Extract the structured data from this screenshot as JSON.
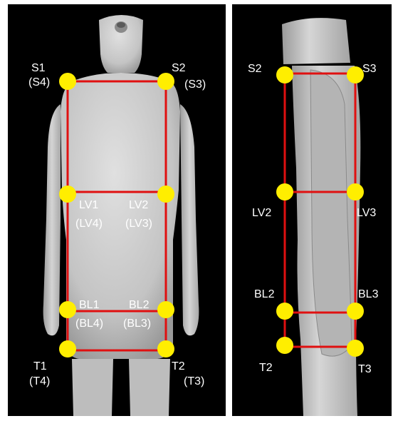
{
  "colors": {
    "background": "#000000",
    "separator": "#ffffff",
    "mesh": "#c9c9c9",
    "box_line": "#e01010",
    "marker": "#ffee00",
    "label_text": "#ffffff"
  },
  "views": {
    "front": {
      "labels": {
        "s1": "S1",
        "s4": "(S4)",
        "s2": "S2",
        "s3": "(S3)",
        "lv1": "LV1",
        "lv4": "(LV4)",
        "lv2": "LV2",
        "lv3": "(LV3)",
        "bl1": "BL1",
        "bl4": "(BL4)",
        "bl2": "BL2",
        "bl3": "(BL3)",
        "t1": "T1",
        "t4": "(T4)",
        "t2": "T2",
        "t3": "(T3)"
      }
    },
    "side": {
      "labels": {
        "s2": "S2",
        "s3": "S3",
        "lv2": "LV2",
        "lv3": "LV3",
        "bl2": "BL2",
        "bl3": "BL3",
        "t2": "T2",
        "t3": "T3"
      }
    }
  }
}
